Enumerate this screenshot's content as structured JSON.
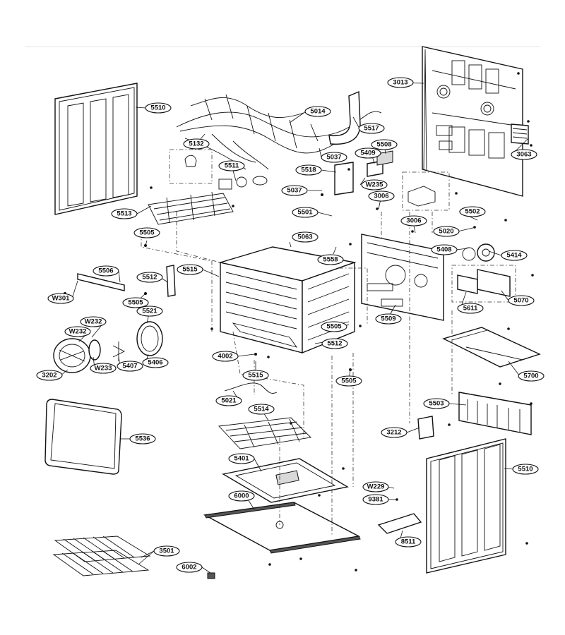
{
  "callouts": {
    "c3013": "3013",
    "c3063": "3063",
    "c5510a": "5510",
    "c5014": "5014",
    "c5517": "5517",
    "c5132": "5132",
    "c5037a": "5037",
    "c5409": "5409",
    "c5508": "5508",
    "c5511": "5511",
    "c5518": "5518",
    "cW235": "W235",
    "c5037b": "5037",
    "c3006a": "3006",
    "c5513": "5513",
    "c5501": "5501",
    "c5502": "5502",
    "c3006b": "3006",
    "c5505a": "5505",
    "c5063": "5063",
    "c5020": "5020",
    "c5408": "5408",
    "c5558": "5558",
    "c5414": "5414",
    "c5506": "5506",
    "c5515a": "5515",
    "c5512a": "5512",
    "cW301": "W301",
    "c5505b": "5505",
    "c5070": "5070",
    "c5611": "5611",
    "c5521": "5521",
    "cW232a": "W232",
    "cW232b": "W232",
    "c5505c": "5505",
    "c5509": "5509",
    "c5512b": "5512",
    "c3202": "3202",
    "cW233": "W233",
    "c5407": "5407",
    "c5406": "5406",
    "c4002": "4002",
    "c5515b": "5515",
    "c5505d": "5505",
    "c5700": "5700",
    "c5021": "5021",
    "c5514": "5514",
    "c5503": "5503",
    "c3212": "3212",
    "c5536": "5536",
    "c5510b": "5510",
    "c5401": "5401",
    "cW229": "W229",
    "c6000": "6000",
    "c9381": "9381",
    "c8511": "8511",
    "c3501": "3501",
    "c6002": "6002"
  }
}
